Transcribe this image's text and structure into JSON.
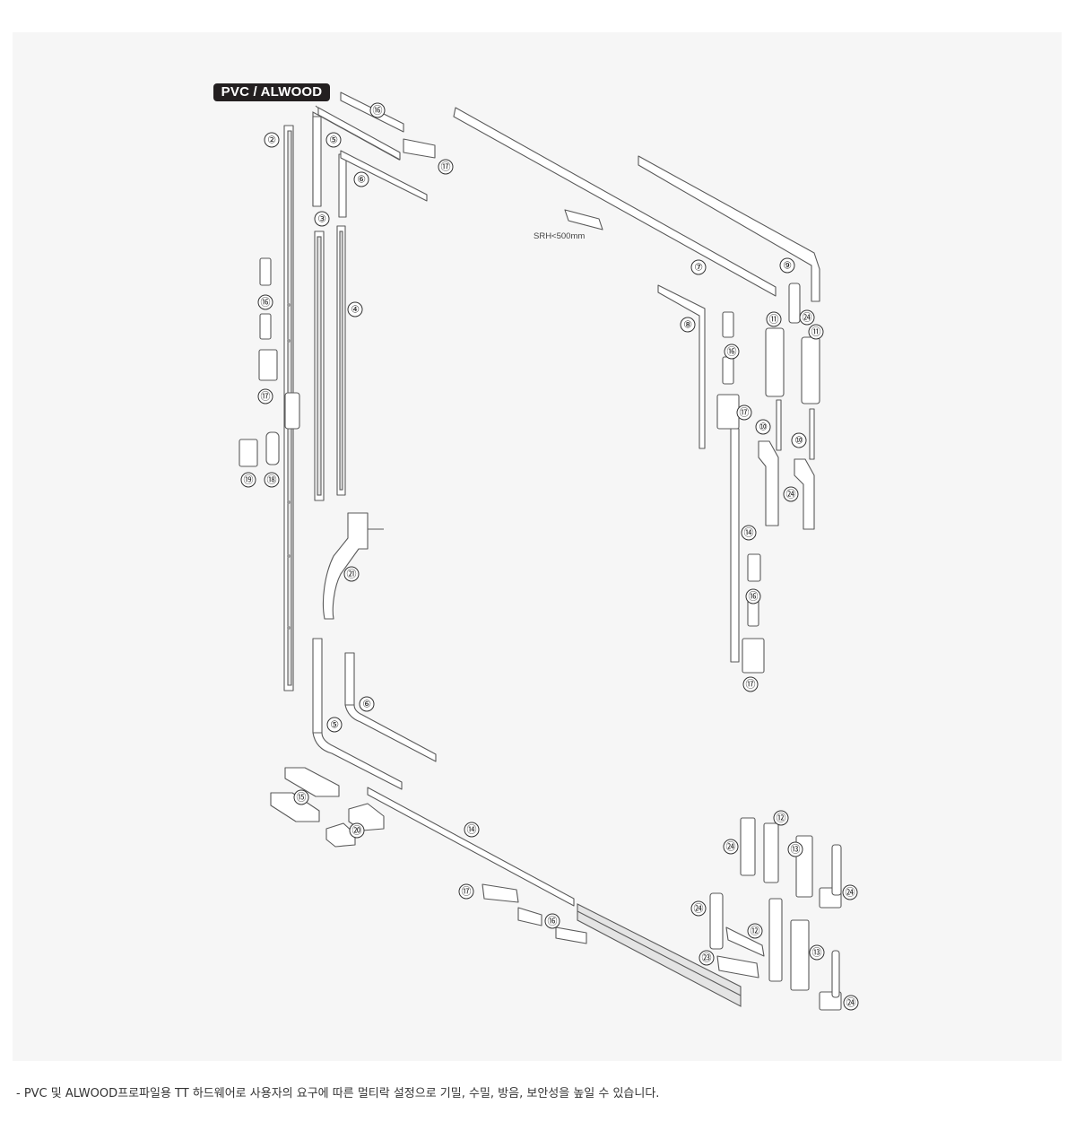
{
  "badge": "PVC / ALWOOD",
  "srh_note": "SRH<500mm",
  "caption": "- PVC 및 ALWOOD프로파일용 TT 하드웨어로 사용자의 요구에 따른 멀티락 설정으로 기밀, 수밀, 방음, 보안성을 높일 수 있습니다.",
  "callouts": [
    "②",
    "③",
    "④",
    "⑤",
    "⑥",
    "⑦",
    "⑧",
    "⑨",
    "⑩",
    "⑪",
    "⑫",
    "⑬",
    "⑭",
    "⑮",
    "⑯",
    "⑰",
    "⑱",
    "⑲",
    "⑳",
    "㉑",
    "㉓",
    "㉔"
  ]
}
